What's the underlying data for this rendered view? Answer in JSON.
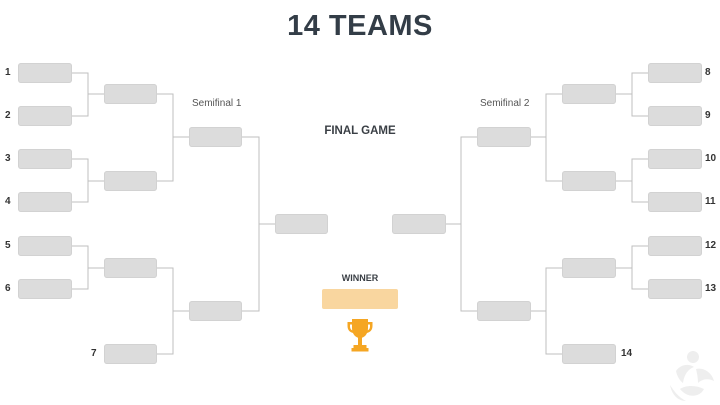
{
  "title": "14 TEAMS",
  "labels": {
    "semifinal_1": "Semifinal 1",
    "semifinal_2": "Semifinal 2",
    "final_game": "FINAL GAME",
    "winner": "WINNER"
  },
  "left_seeds": [
    "1",
    "2",
    "3",
    "4",
    "5",
    "6",
    "7"
  ],
  "right_seeds": [
    "8",
    "9",
    "10",
    "11",
    "12",
    "13",
    "14"
  ],
  "colors": {
    "slot": "#dcdcdc",
    "connector": "#bfbfbf",
    "winner_box": "#f9d69f",
    "trophy": "#f5a623",
    "title": "#333d47"
  },
  "icons": {
    "trophy": "trophy-icon",
    "watermark": "watermark-logo"
  }
}
